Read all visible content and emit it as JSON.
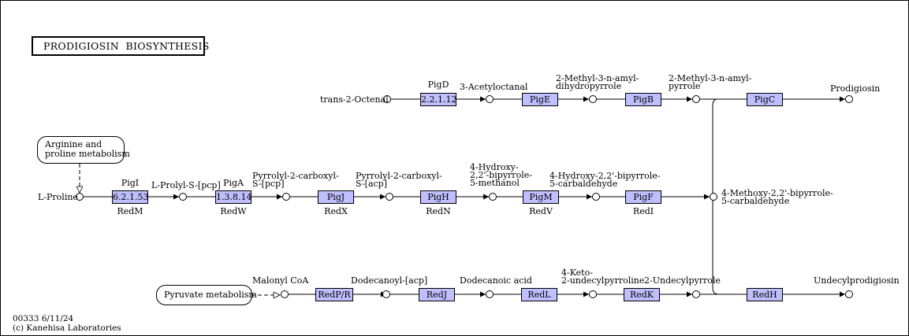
{
  "map": {
    "title": "PRODIGIOSIN  BIOSYNTHESIS",
    "footer_id": "00333 6/11/24",
    "footer_copyright": "(c) Kanehisa Laboratories"
  },
  "links": {
    "arginine": "Arginine and\nproline metabolism",
    "pyruvate": "Pyruvate metabolism"
  },
  "compounds": {
    "trans_octenal": "trans-2-Octenal",
    "acetyloctanal": "3-Acetyloctanal",
    "dihydropyrrole": "2-Methyl-3-n-amyl-\ndihydropyrrole",
    "methylpyrrole": "2-Methyl-3-n-amyl-\npyrrole",
    "prodigiosin": "Prodigiosin",
    "l_proline": "L-Proline",
    "l_prolyl": "L-Prolyl-S-[pcp]",
    "pyrrolyl_pcp": "Pyrrolyl-2-carboxyl-\nS-[pcp]",
    "pyrrolyl_acp": "Pyrrolyl-2-carboxyl-\nS-[acp]",
    "hydroxy_methanol": "4-Hydroxy-\n2,2'-bipyrrole-\n5-methanol",
    "hydroxy_carb": "4-Hydroxy-2,2'-bipyrrole-\n5-carbaldehyde",
    "methoxy_carb": "4-Methoxy-2,2'-bipyrrole-\n5-carbaldehyde",
    "malonyl": "Malonyl CoA",
    "dodecanoyl": "Dodecanoyl-[acp]",
    "dodecanoic": "Dodecanoic acid",
    "keto_undecyl": "4-Keto-\n2-undecylpyrroline",
    "undecylpyrrole": "2-Undecylpyrrole",
    "undecylprodigiosin": "Undecylprodigiosin"
  },
  "enzymes": {
    "e_22112": "2.2.1.12",
    "pigE": "PigE",
    "pigB": "PigB",
    "pigC": "PigC",
    "e_62153": "6.2.1.53",
    "e_13814": "1.3.8.14",
    "pigJ": "PigJ",
    "pigH": "PigH",
    "pigM": "PigM",
    "pigF": "PigF",
    "redPR": "RedP/R",
    "redJ": "RedJ",
    "redL": "RedL",
    "redK": "RedK",
    "redH": "RedH"
  },
  "genes": {
    "pigD": "PigD",
    "pigI": "PigI",
    "redM": "RedM",
    "pigA": "PigA",
    "redW": "RedW",
    "redX": "RedX",
    "redN": "RedN",
    "redV": "RedV",
    "redI": "RedI"
  }
}
